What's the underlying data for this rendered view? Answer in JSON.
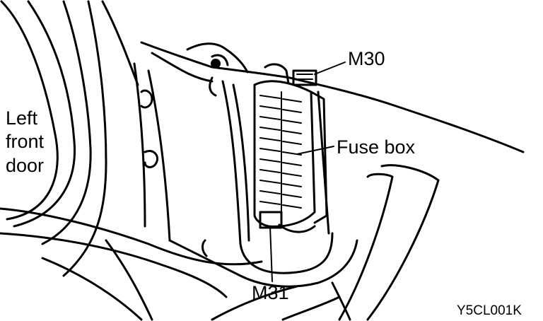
{
  "labels": {
    "door": [
      "Left",
      "front",
      "door"
    ],
    "m30": "M30",
    "fuse_box": "Fuse box",
    "m31": "M31",
    "figure_code": "Y5CL001K"
  },
  "colors": {
    "ink": "#000000",
    "paper": "#ffffff"
  }
}
